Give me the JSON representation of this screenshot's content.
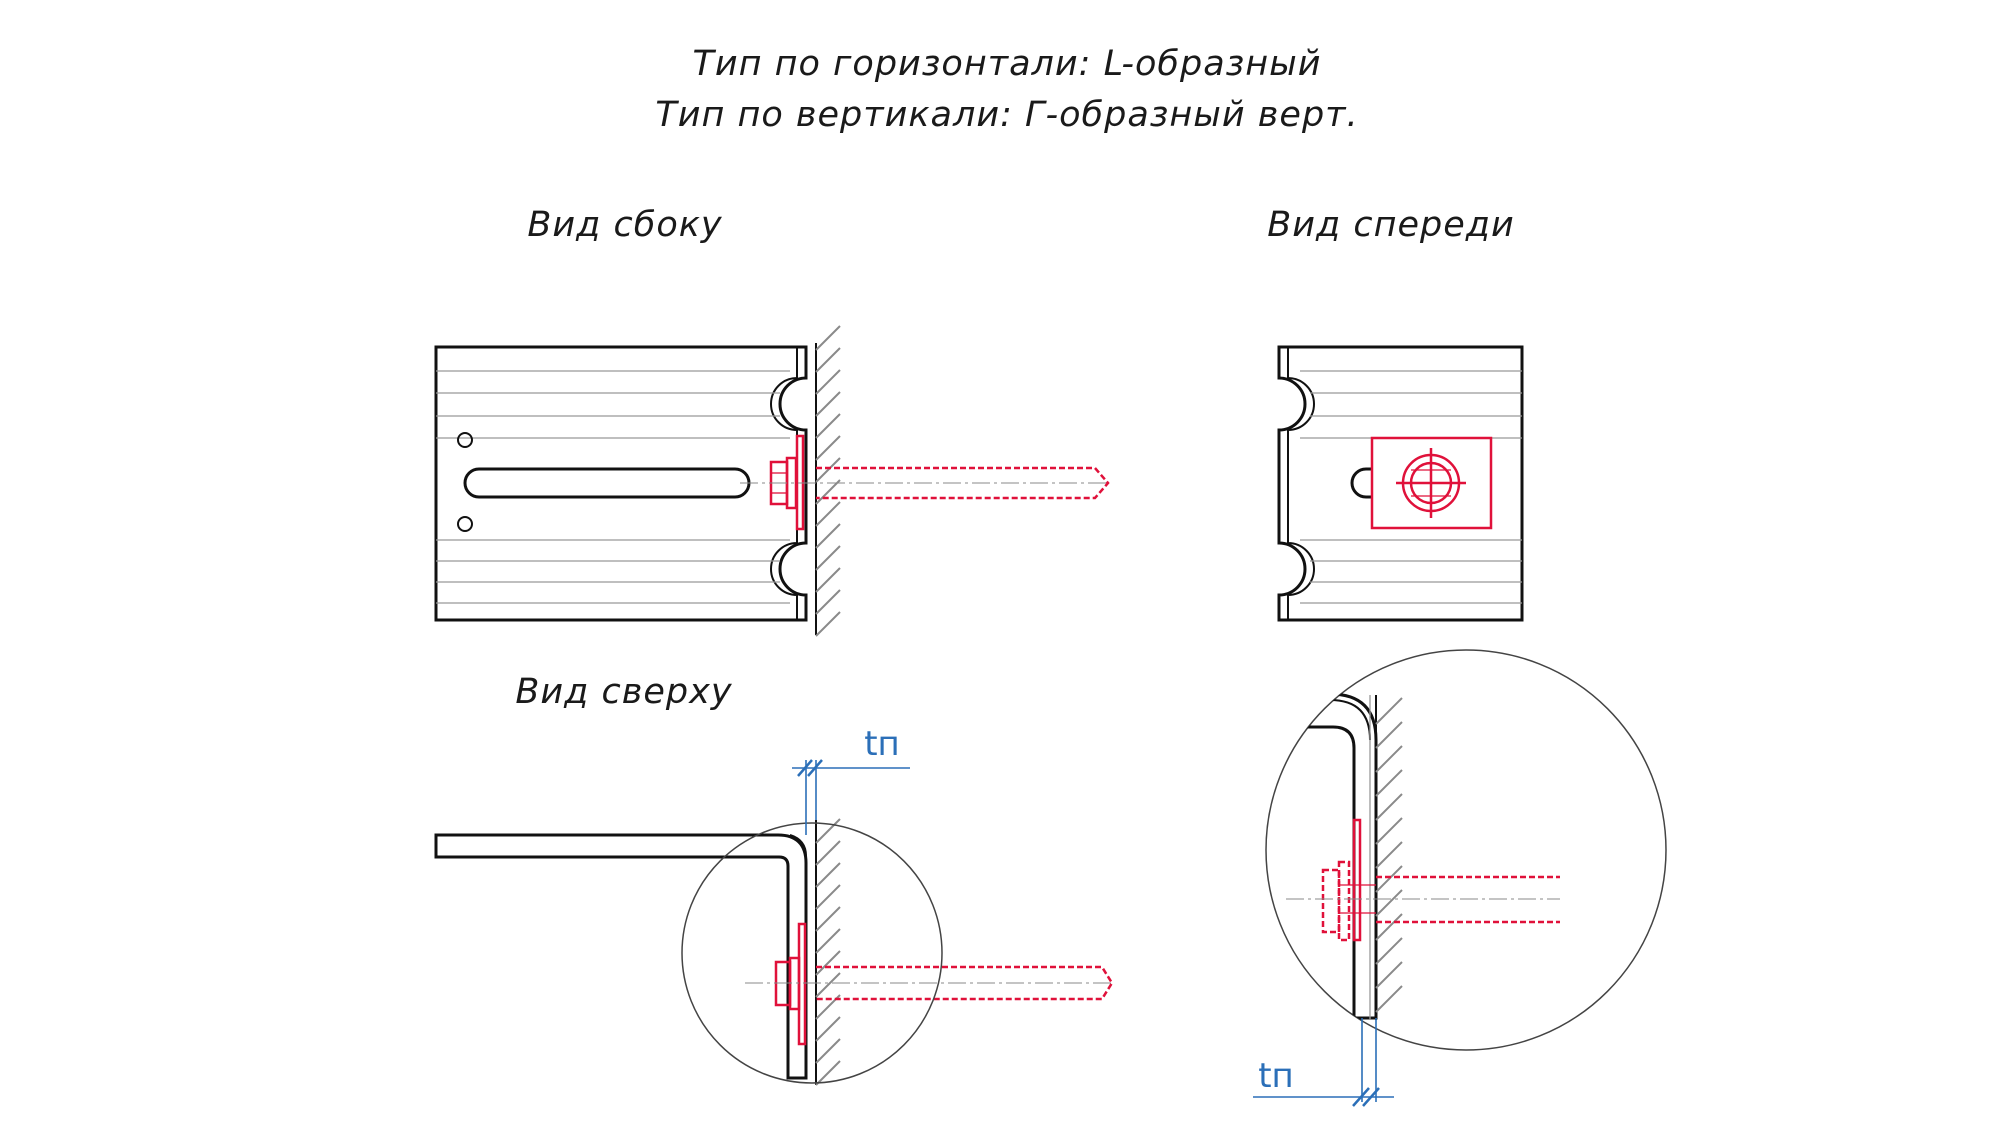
{
  "title": {
    "line1": "Тип по горизонтали: L-образный",
    "line2": "Тип по вертикали: Г-образный верт."
  },
  "views": {
    "side": "Вид сбоку",
    "front": "Вид спереди",
    "top": "Вид сверху"
  },
  "dimensions": {
    "tn_top": "tп",
    "tn_detail": "tп"
  },
  "colors": {
    "outline": "#111111",
    "fastener": "#e0113a",
    "dimension": "#2b6fb8",
    "hatch": "#8a8a8a"
  }
}
